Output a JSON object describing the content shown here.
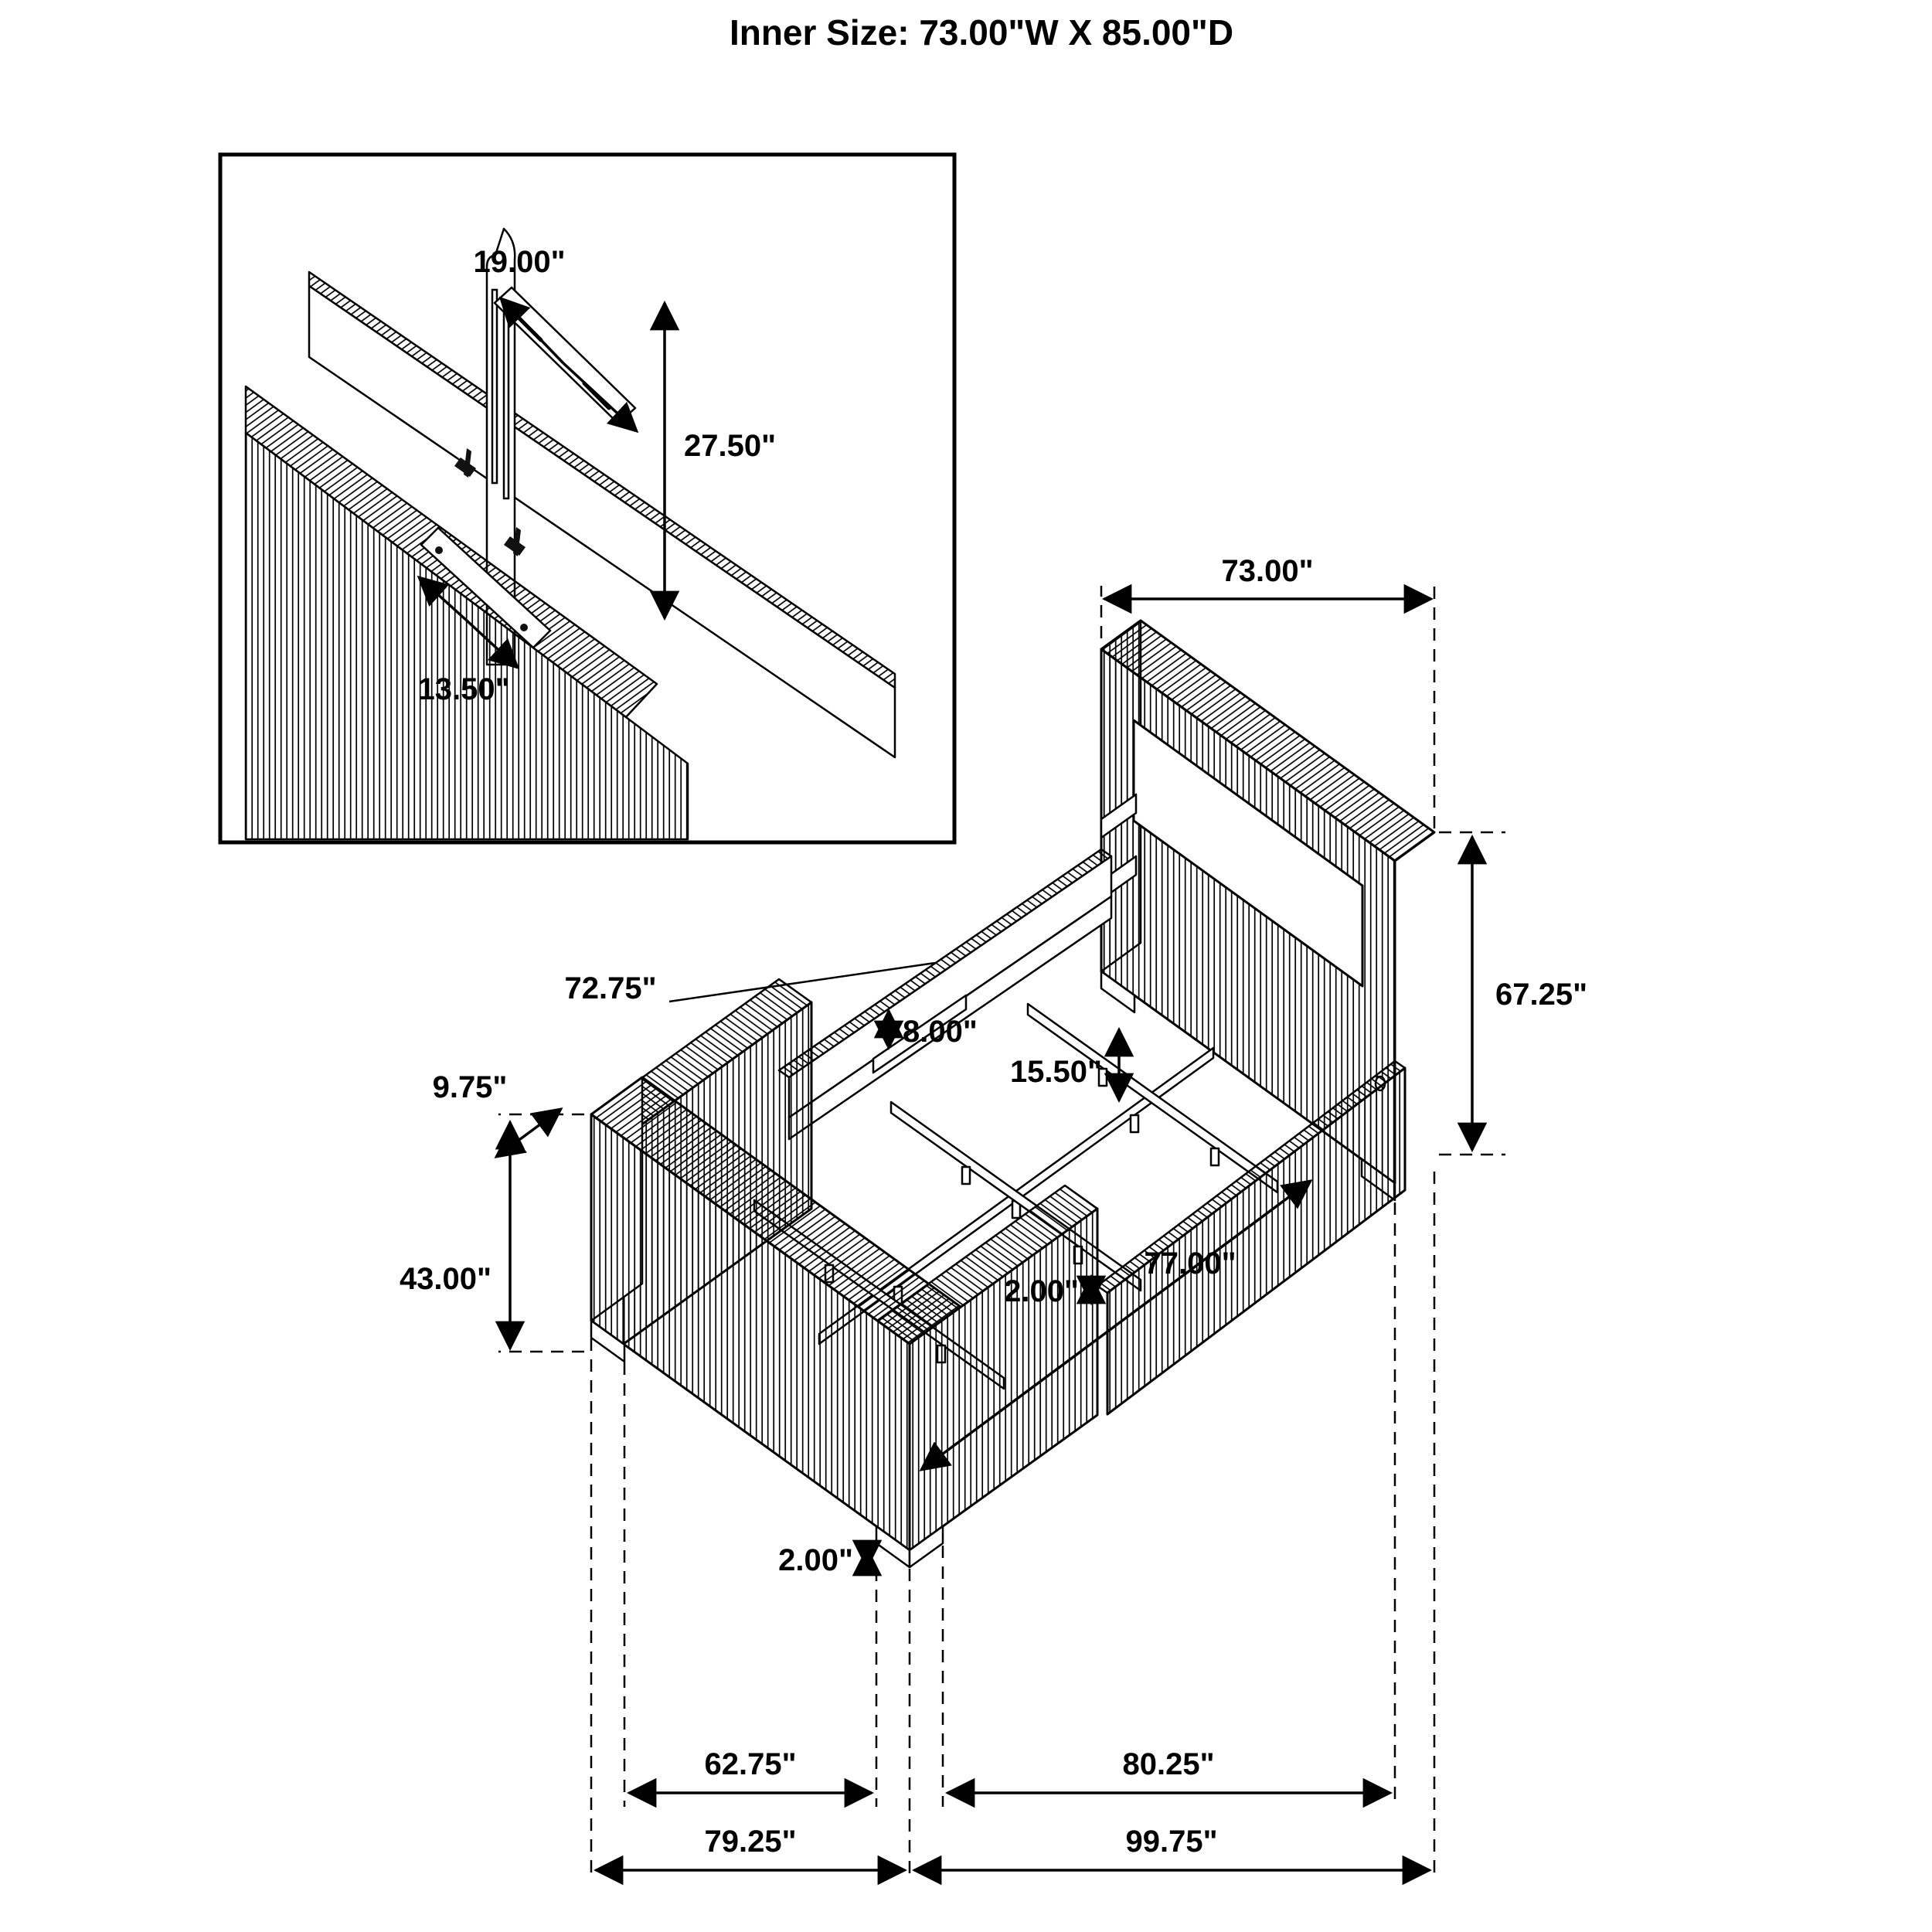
{
  "title": "Inner Size: 73.00\"W X 85.00\"D",
  "inset": {
    "bracket_width": "19.00\"",
    "bracket_height": "27.50\"",
    "plate_length": "13.50\""
  },
  "bed": {
    "headboard_width": "73.00\"",
    "headboard_height": "67.25\"",
    "rail_length": "72.75\"",
    "footboard_depth": "9.75\"",
    "footboard_height": "43.00\"",
    "rail_drop": "8.00\"",
    "platform_clearance": "15.50\"",
    "slat_rail_length": "77.00\"",
    "slat_height": "2.00\"",
    "leg_height": "2.00\"",
    "footboard_inner_span": "62.75\"",
    "overall_width": "79.25\"",
    "side_inner_span": "80.25\"",
    "overall_length": "99.75\""
  }
}
